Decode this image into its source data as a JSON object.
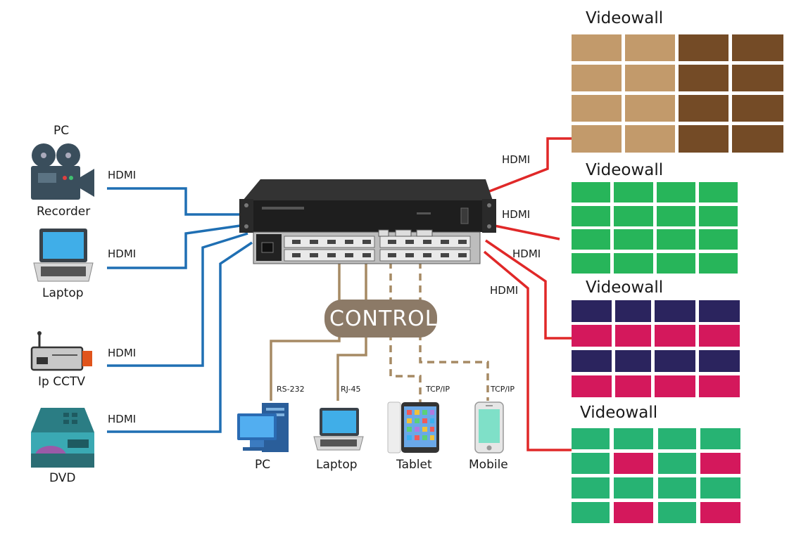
{
  "sources": [
    {
      "top": "PC",
      "bottom": "Recorder",
      "link": "HDMI",
      "icon": "video-camera-icon"
    },
    {
      "top": "",
      "bottom": "Laptop",
      "link": "HDMI",
      "icon": "laptop-icon"
    },
    {
      "top": "",
      "bottom": "Ip CCTV",
      "link": "HDMI",
      "icon": "cctv-camera-icon"
    },
    {
      "top": "",
      "bottom": "DVD",
      "link": "HDMI",
      "icon": "dvd-player-icon"
    }
  ],
  "outputs": [
    {
      "title": "Videowall",
      "link": "HDMI"
    },
    {
      "title": "Videowall",
      "link": "HDMI"
    },
    {
      "title": "Videowall",
      "link": "HDMI"
    },
    {
      "title": "Videowall",
      "link": "HDMI"
    }
  ],
  "control": {
    "label": "CONTROL",
    "clients": [
      {
        "label": "PC",
        "protocol": "RS-232",
        "icon": "pc-icon"
      },
      {
        "label": "Laptop",
        "protocol": "RJ-45",
        "icon": "laptop-icon"
      },
      {
        "label": "Tablet",
        "protocol": "TCP/IP",
        "icon": "tablet-icon"
      },
      {
        "label": "Mobile",
        "protocol": "TCP/IP",
        "icon": "mobile-icon"
      }
    ]
  },
  "colors": {
    "hdmi_in": "#1f6fb3",
    "hdmi_out": "#e02828",
    "control": "#a68a64",
    "wall1_light": "#c29a6b",
    "wall1_dark": "#744b26",
    "wall2": "#27b55a",
    "wall3_navy": "#2b245e",
    "wall3_pink": "#d4185c",
    "wall4_green": "#27b373",
    "wall4_pink": "#d4185c"
  }
}
